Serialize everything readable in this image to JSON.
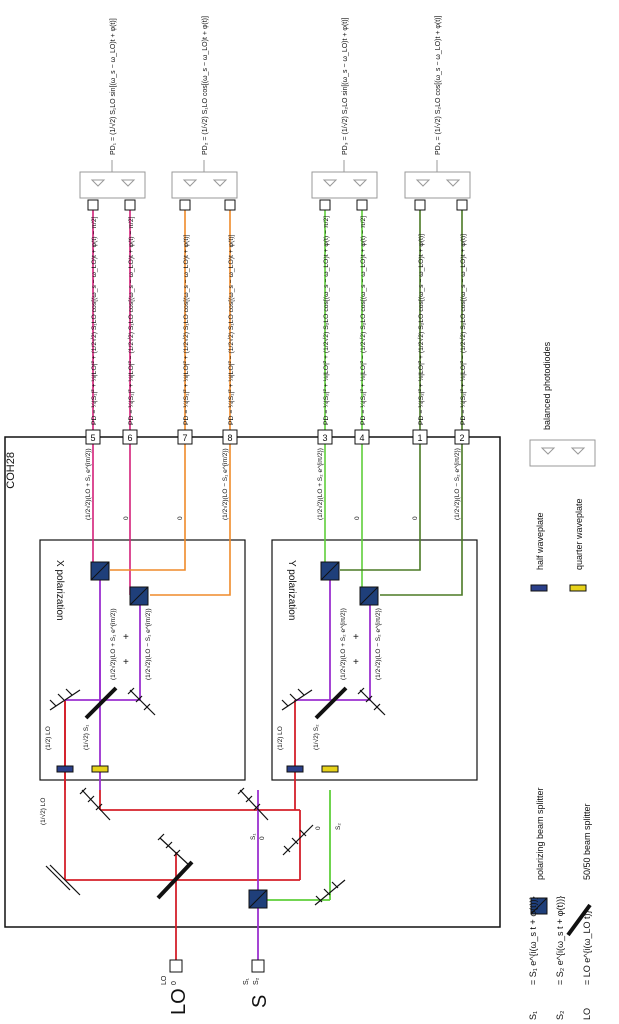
{
  "module": {
    "label": "COH28"
  },
  "colors": {
    "lo_beam": "#d4202a",
    "signal_beam": "#9b30d0",
    "x_out": "#ef8a2a",
    "y_out": "#5fcf3a",
    "y_out_dark": "#4b7a25",
    "pd_pink": "#d4207a",
    "pbs_fill": "#1f3f7a",
    "waveplate_half": "#2a3f8a",
    "waveplate_quarter": "#e7d21a",
    "frame": "#111111"
  },
  "boxes": {
    "x_pol": "X polarization",
    "y_pol": "Y polarization"
  },
  "inputs": {
    "lo": {
      "label": "LO",
      "vec_top": "LO",
      "vec_bot": "0"
    },
    "s": {
      "label": "S",
      "vec_top": "S₁",
      "vec_bot": "S₂"
    }
  },
  "ports": [
    "5",
    "6",
    "7",
    "8",
    "3",
    "4",
    "1",
    "2"
  ],
  "pd_expressions": [
    "PD = ¼|S₁|² + ⅛|LO|² + (1/2√2) S₁LO  cos[(ω_s − ω_LO)t + φ(t) − π/2]",
    "PD = ¼|S₁|² + ⅛|LO|² − (1/2√2) S₁LO  cos[(ω_s − ω_LO)t + φ(t) − π/2]",
    "PD = ¼|S₁|² + ⅛|LO|² + (1/2√2) S₁LO  cos[(ω_s − ω_LO)t + φ(t)]",
    "PD = ¼|S₁|² + ⅛|LO|² − (1/2√2) S₁LO  cos[(ω_s − ω_LO)t + φ(t)]",
    "PD = ¼|S₂|² + ⅛|LO|² + (1/2√2) S₂LO  cos[(ω_s − ω_LO)t + φ(t) − π/2]",
    "PD = ¼|S₂|² + ⅛|LO|² − (1/2√2) S₂LO  cos[(ω_s − ω_LO)t + φ(t) − π/2]",
    "PD = ¼|S₂|² + ⅛|LO|² + (1/2√2) S₂LO  cos[(ω_s − ω_LO)t + φ(t)]",
    "PD = ¼|S₂|² + ⅛|LO|² − (1/2√2) S₂LO  cos[(ω_s − ω_LO)t + φ(t)]"
  ],
  "balanced_outputs": [
    "PD₁ = (1/√2) S₁LO  sin[(ω_s − ω_LO)t + φ(t)]",
    "PD₂ = (1/√2) S₁LO  cos[(ω_s − ω_LO)t + φ(t)]",
    "PD₃ = (1/√2) S₂LO  sin[(ω_s − ω_LO)t + φ(t)]",
    "PD₄ = (1/√2) S₂LO  cos[(ω_s − ω_LO)t + φ(t)]"
  ],
  "field_labels": {
    "lo_half": "(1/√2) LO",
    "s_vec_top": "S₁",
    "s_vec_bot": "0",
    "s_vec2_top": "0",
    "s_vec2_bot": "S₂",
    "wp_x_lo": "(1/2) LO",
    "wp_x_s": "(1/√2) S₁",
    "wp_y_lo": "(1/2) LO",
    "wp_y_s": "(1/√2) S₂",
    "plus": "+",
    "mix_x1": "(1/2√2)(LO + S₁ e^{iπ/2})",
    "mix_x2": "(1/2√2)(LO − S₁ e^{iπ/2})",
    "mix_y1": "(1/2√2)(LO + S₂ e^{iπ/2})",
    "mix_y2": "(1/2√2)(LO − S₂ e^{iπ/2})",
    "zero": "0"
  },
  "legend": {
    "pbs": "polarizing beam splitter",
    "bs": "50/50 beam splitter",
    "half_wp": "half waveplate",
    "quarter_wp": "quarter waveplate",
    "balanced": "balanced photodiodes"
  },
  "definitions": [
    {
      "lhs": "S₁",
      "rhs": "= S₁ e^{i(ω_s t + φ(t))}"
    },
    {
      "lhs": "S₂",
      "rhs": "= S₂ e^{i(ω_s t + φ(t))}"
    },
    {
      "lhs": "LO",
      "rhs": "= LO e^{i(ω_LO t)}"
    }
  ]
}
